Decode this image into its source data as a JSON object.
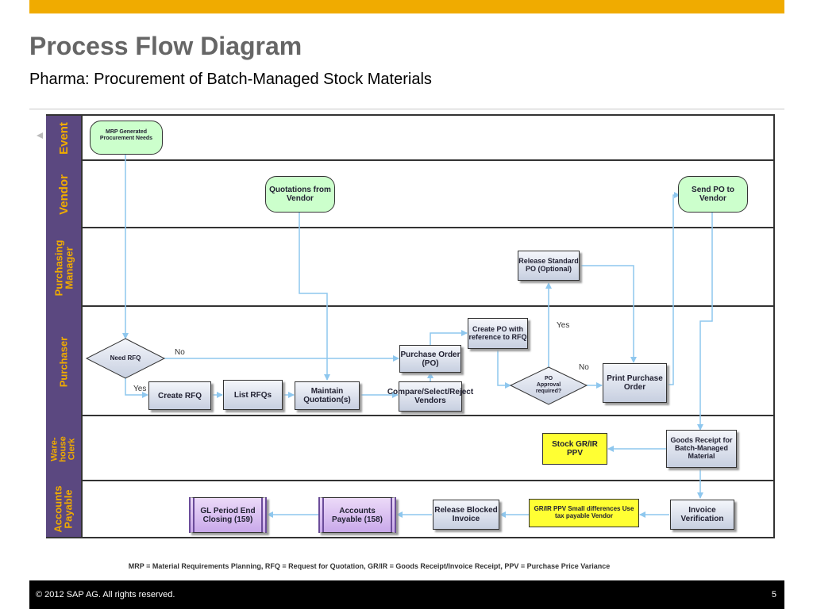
{
  "header": {
    "title": "Process Flow Diagram",
    "subtitle": "Pharma: Procurement of Batch-Managed Stock Materials"
  },
  "lanes": {
    "event": "Event",
    "vendor": "Vendor",
    "purchasing_manager": "Purchasing Manager",
    "purchaser": "Purchaser",
    "warehouse_clerk": "Ware-house Clerk",
    "accounts_payable": "Accounts Payable"
  },
  "nodes": {
    "mrp": "MRP Generated Procurement Needs",
    "quotations_vendor": "Quotations from Vendor",
    "send_po": "Send PO to Vendor",
    "release_po": "Release Standard PO (Optional)",
    "create_po_ref": "Create PO with reference to RFQ",
    "need_rfq": "Need RFQ",
    "purchase_order": "Purchase Order (PO)",
    "po_approval": "PO Approval required?",
    "print_po": "Print Purchase Order",
    "create_rfq": "Create RFQ",
    "list_rfqs": "List RFQs",
    "maintain_quotation": "Maintain Quotation(s)",
    "compare_select": "Compare/Select/Reject Vendors",
    "stock_grir": "Stock GR/IR PPV",
    "goods_receipt": "Goods Receipt for Batch-Managed Material",
    "gl_closing": "GL Period End Closing (159)",
    "accounts_payable_158": "Accounts Payable (158)",
    "release_invoice": "Release Blocked Invoice",
    "grir_small": "GR/IR PPV Small differences Use tax payable Vendor",
    "invoice_verification": "Invoice Verification"
  },
  "labels": {
    "no_rfq": "No",
    "yes_rfq": "Yes",
    "yes_approval": "Yes",
    "no_approval": "No"
  },
  "footnote": "MRP = Material Requirements Planning, RFQ = Request for Quotation, GR/IR = Goods Receipt/Invoice Receipt, PPV = Purchase Price Variance",
  "footer": {
    "copyright": "© 2012 SAP AG. All rights reserved.",
    "page_number": "5"
  },
  "colors": {
    "accent_bar": "#f0ab00",
    "lane_label_bg": "#5b4880",
    "lane_label_text": "#f0ab00",
    "event_fill": "#ccffcc",
    "connector": "#8ec7ee"
  }
}
